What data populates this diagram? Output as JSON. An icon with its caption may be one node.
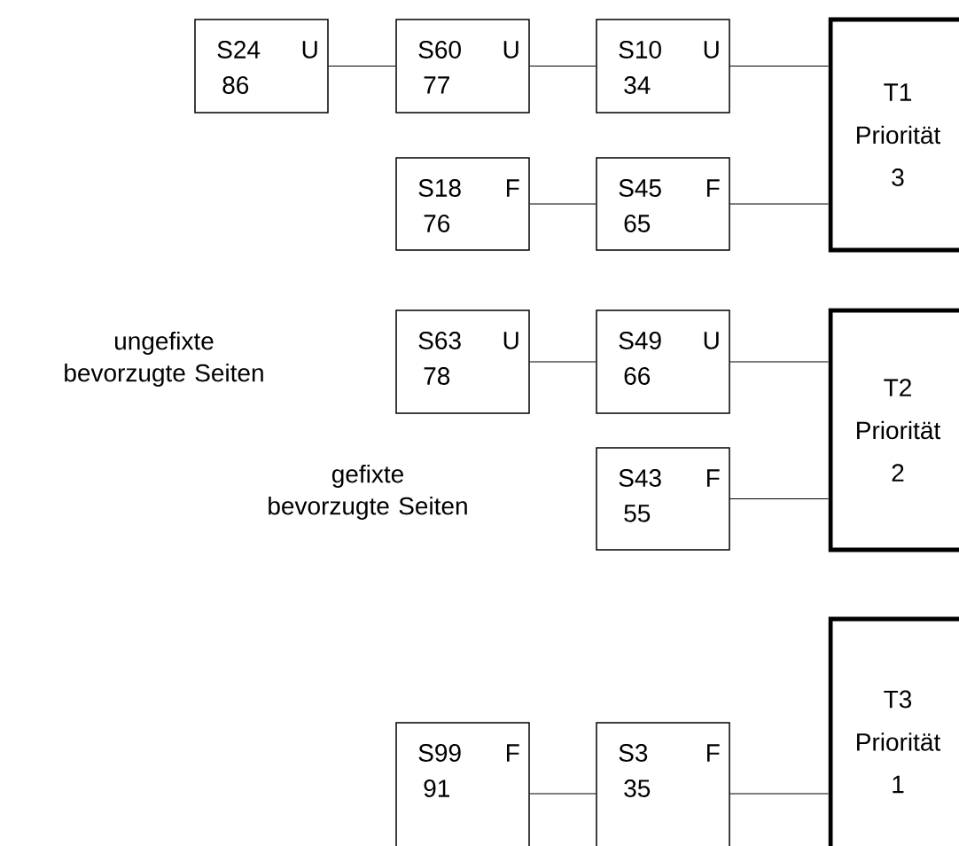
{
  "diagram": {
    "nodes": [
      {
        "text": [
          "S24",
          "U",
          "86"
        ]
      },
      {
        "text": [
          "S60",
          "U",
          "77"
        ]
      },
      {
        "text": [
          "S10",
          "U",
          "34"
        ]
      },
      {
        "text": [
          "T1",
          "Priorität",
          "3"
        ]
      },
      {
        "text": [
          "S18",
          "F",
          "76"
        ]
      },
      {
        "text": [
          "S45",
          "F",
          "65"
        ]
      },
      {
        "text": [
          "S63",
          "U",
          "78"
        ]
      },
      {
        "text": [
          "S49",
          "U",
          "66"
        ]
      },
      {
        "text": [
          "T2",
          "Priorität",
          "2"
        ]
      },
      {
        "text": [
          "S43",
          "F",
          "55"
        ]
      },
      {
        "text": [
          "T3",
          "Priorität",
          "1"
        ]
      },
      {
        "text": [
          "S99",
          "F",
          "91"
        ]
      },
      {
        "text": [
          "S3",
          "F",
          "35"
        ]
      }
    ],
    "edges": [
      {
        "from": 0,
        "to": 1,
        "arrow": "none"
      },
      {
        "from": 1,
        "to": 2,
        "arrow": "none"
      },
      {
        "from": 2,
        "to": 3,
        "arrow": "none"
      },
      {
        "from": 4,
        "to": 5,
        "arrow": "none"
      },
      {
        "from": 5,
        "to": 3,
        "arrow": "none"
      },
      {
        "from": 6,
        "to": 7,
        "arrow": "none"
      },
      {
        "from": 7,
        "to": 8,
        "arrow": "none"
      },
      {
        "from": 9,
        "to": 8,
        "arrow": "none"
      },
      {
        "from": 11,
        "to": 12,
        "arrow": "none"
      },
      {
        "from": 12,
        "to": 10,
        "arrow": "none"
      }
    ],
    "labels": [
      "ungefixte bevorzugte Seiten",
      "gefixte bevorzugte Seiten"
    ]
  }
}
